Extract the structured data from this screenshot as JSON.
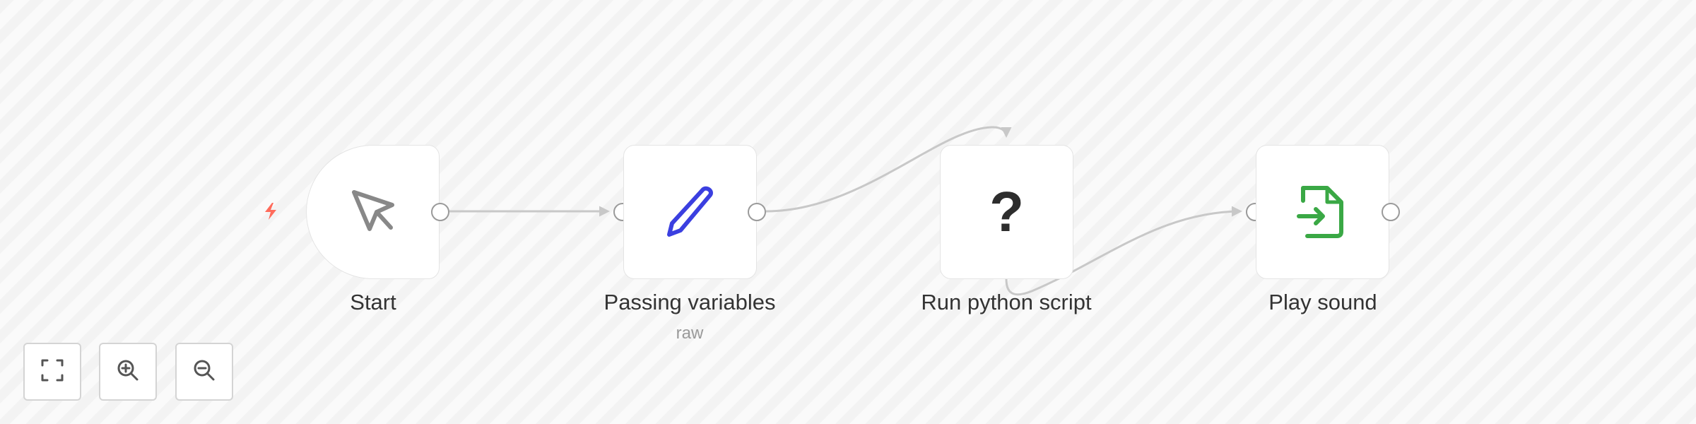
{
  "canvas": {
    "background_stripe_colors": [
      "#f3f3f3",
      "#fafafa"
    ],
    "edge_color": "#c8c8c8"
  },
  "nodes": [
    {
      "id": "start",
      "label": "Start",
      "subtitle": "",
      "icon": "cursor-arrow-icon",
      "icon_color": "#888888",
      "trigger": true
    },
    {
      "id": "passing-variables",
      "label": "Passing variables",
      "subtitle": "raw",
      "icon": "pencil-icon",
      "icon_color": "#3b3fe0"
    },
    {
      "id": "run-python-script",
      "label": "Run python script",
      "subtitle": "",
      "icon": "question-mark-icon",
      "icon_glyph": "?",
      "icon_color": "#2d2d2d"
    },
    {
      "id": "play-sound",
      "label": "Play sound",
      "subtitle": "",
      "icon": "file-import-icon",
      "icon_color": "#3aa845"
    }
  ],
  "edges": [
    {
      "from": "start",
      "to": "passing-variables"
    },
    {
      "from": "passing-variables",
      "to": "run-python-script"
    },
    {
      "from": "run-python-script",
      "to": "play-sound"
    }
  ],
  "trigger": {
    "icon": "lightning-bolt-icon",
    "color": "#ff6b5b"
  },
  "controls": [
    {
      "id": "fit-view",
      "icon": "fit-view-icon",
      "tooltip": "Fit view"
    },
    {
      "id": "zoom-in",
      "icon": "zoom-in-icon",
      "tooltip": "Zoom in"
    },
    {
      "id": "zoom-out",
      "icon": "zoom-out-icon",
      "tooltip": "Zoom out"
    }
  ]
}
